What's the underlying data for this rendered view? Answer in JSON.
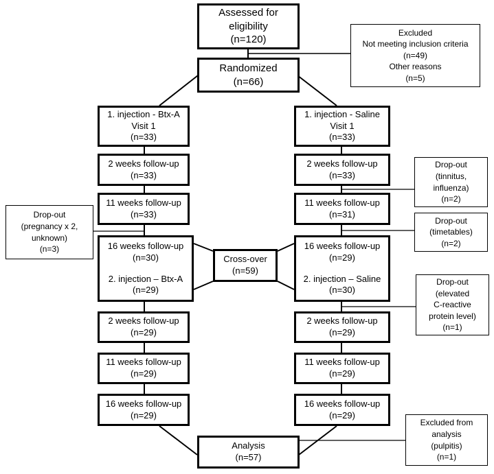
{
  "flowchart": {
    "assessed": {
      "title": "Assessed for",
      "title2": "eligibility",
      "count": "(n=120)"
    },
    "excluded": {
      "title": "Excluded",
      "reason1": "Not meeting inclusion criteria",
      "count1": "(n=49)",
      "reason2": "Other reasons",
      "count2": "(n=5)"
    },
    "randomized": {
      "title": "Randomized",
      "count": "(n=66)"
    },
    "left_arm": {
      "injection1": {
        "title": "1. injection - Btx-A",
        "visit": "Visit 1",
        "count": "(n=33)"
      },
      "wk2": {
        "title": "2 weeks follow-up",
        "count": "(n=33)"
      },
      "wk11": {
        "title": "11 weeks follow-up",
        "count": "(n=33)"
      },
      "wk16": {
        "title": "16 weeks follow-up",
        "count": "(n=30)",
        "injection2": "2. injection – Btx-A",
        "count2": "(n=29)"
      },
      "wk2b": {
        "title": "2 weeks follow-up",
        "count": "(n=29)"
      },
      "wk11b": {
        "title": "11 weeks follow-up",
        "count": "(n=29)"
      },
      "wk16b": {
        "title": "16 weeks follow-up",
        "count": "(n=29)"
      }
    },
    "right_arm": {
      "injection1": {
        "title": "1. injection - Saline",
        "visit": "Visit 1",
        "count": "(n=33)"
      },
      "wk2": {
        "title": "2 weeks follow-up",
        "count": "(n=33)"
      },
      "wk11": {
        "title": "11 weeks follow-up",
        "count": "(n=31)"
      },
      "wk16": {
        "title": "16 weeks follow-up",
        "count": "(n=29)",
        "injection2": "2. injection – Saline",
        "count2": "(n=30)"
      },
      "wk2b": {
        "title": "2 weeks follow-up",
        "count": "(n=29)"
      },
      "wk11b": {
        "title": "11 weeks follow-up",
        "count": "(n=29)"
      },
      "wk16b": {
        "title": "16 weeks follow-up",
        "count": "(n=29)"
      }
    },
    "crossover": {
      "title": "Cross-over",
      "count": "(n=59)"
    },
    "dropout_left": {
      "title": "Drop-out",
      "line2": "(pregnancy x 2,",
      "line3": "unknown)",
      "count": "(n=3)"
    },
    "dropout_r1": {
      "title": "Drop-out",
      "line2": "(tinnitus,",
      "line3": "influenza)",
      "count": "(n=2)"
    },
    "dropout_r2": {
      "title": "Drop-out",
      "line2": "(timetables)",
      "count": "(n=2)"
    },
    "dropout_r3": {
      "title": "Drop-out",
      "line2": "(elevated",
      "line3": "C-reactive",
      "line4": "protein level)",
      "count": "(n=1)"
    },
    "excluded_analysis": {
      "title": "Excluded from",
      "line2": "analysis",
      "line3": "(pulpitis)",
      "count": "(n=1)"
    },
    "analysis": {
      "title": "Analysis",
      "count": "(n=57)"
    }
  }
}
